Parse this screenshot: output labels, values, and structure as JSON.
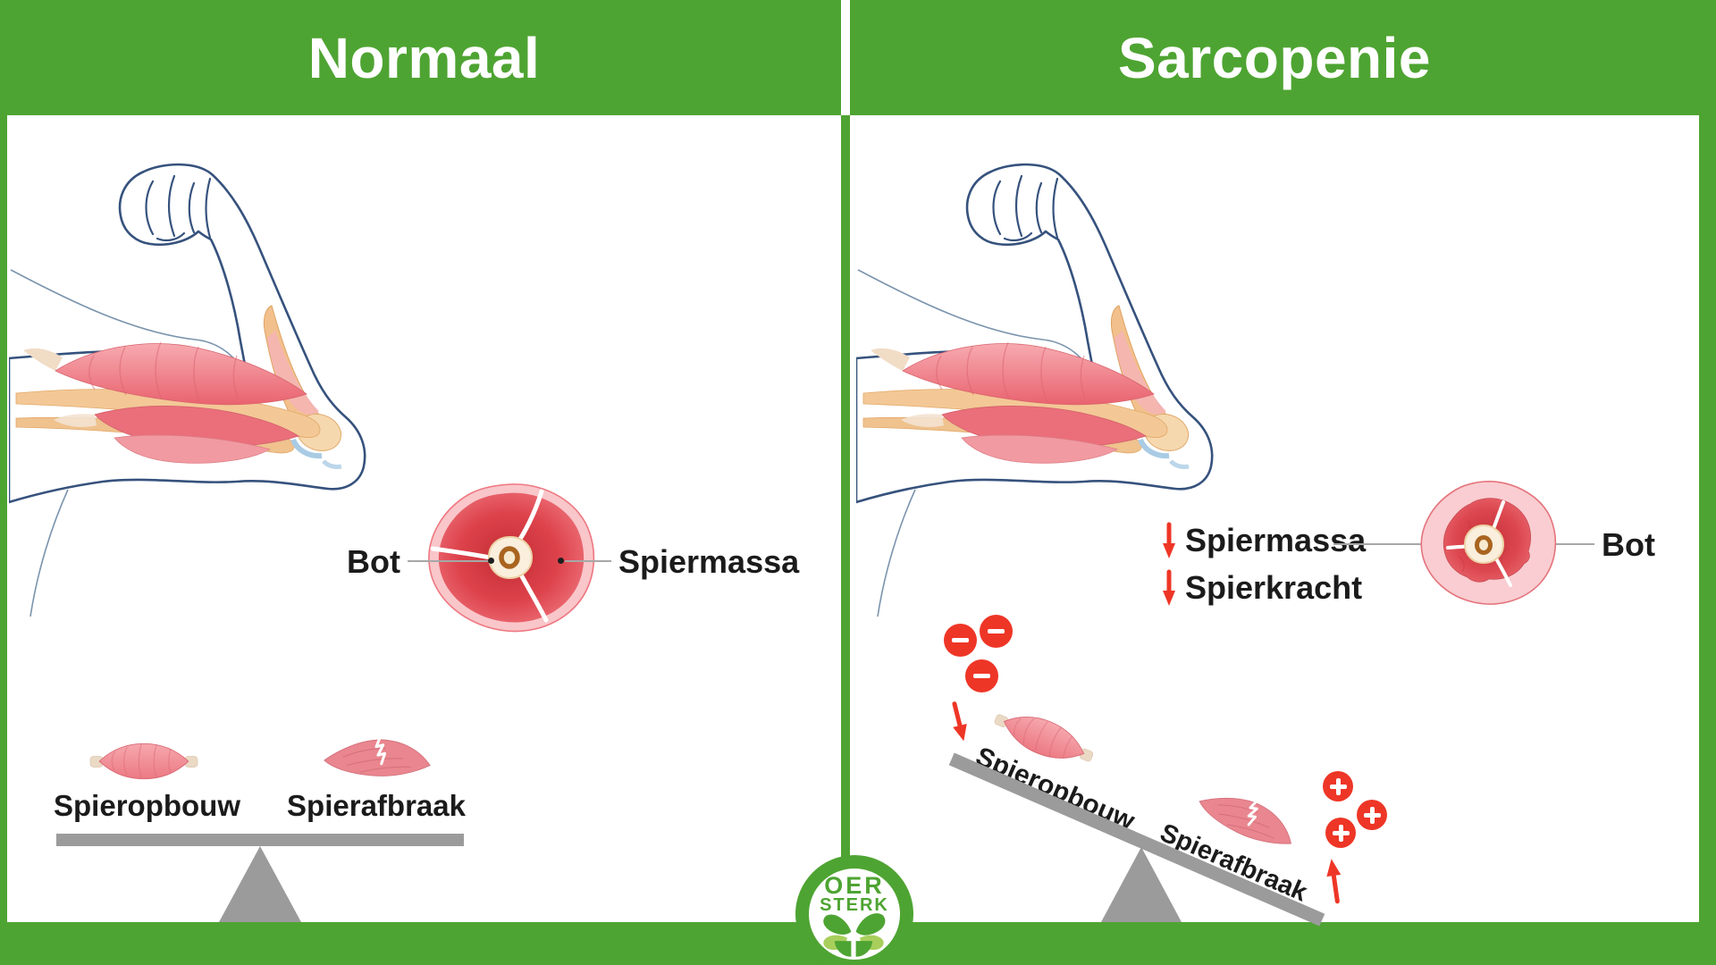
{
  "colors": {
    "brand_green": "#4ea432",
    "leaf_light_green": "#a8cf5c",
    "accent_red": "#ee3627",
    "beam_gray": "#9b9b9b",
    "text_black": "#1b1b1b",
    "muscle_red": "#dd424b",
    "muscle_pale_pink": "#f9c6ca",
    "bone_cream": "#faeedd"
  },
  "header": {
    "left_title": "Normaal",
    "right_title": "Sarcopenie"
  },
  "left_panel": {
    "cross_section": {
      "bone_label": "Bot",
      "muscle_label": "Spiermassa"
    },
    "balance": {
      "build_label": "Spieropbouw",
      "breakdown_label": "Spierafbraak",
      "state": "balanced"
    }
  },
  "right_panel": {
    "declines": [
      {
        "direction": "down",
        "label": "Spiermassa"
      },
      {
        "direction": "down",
        "label": "Spierkracht"
      }
    ],
    "cross_section": {
      "bone_label": "Bot"
    },
    "balance": {
      "build_label": "Spieropbouw",
      "breakdown_label": "Spierafbraak",
      "state": "tilted-toward-breakdown",
      "minus_count": 3,
      "plus_count": 3
    }
  },
  "logo": {
    "top": "OER",
    "bottom": "STERK"
  }
}
